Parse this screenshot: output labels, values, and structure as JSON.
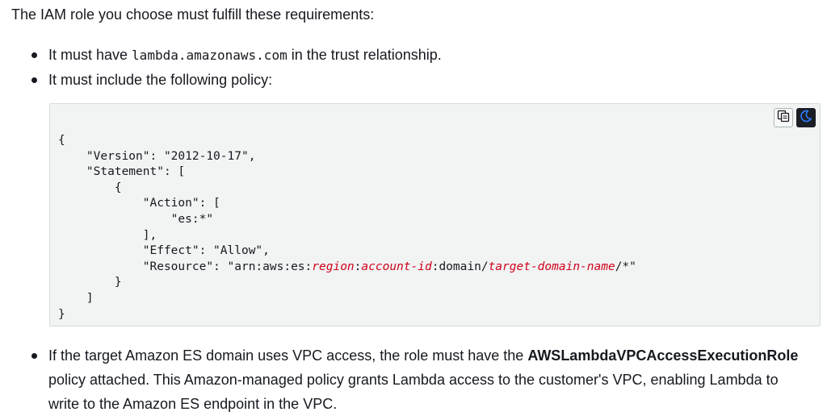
{
  "intro": "The IAM role you choose must fulfill these requirements:",
  "requirements": [
    {
      "pre": "It must have ",
      "code": "lambda.amazonaws.com",
      "post": " in the trust relationship."
    },
    {
      "text": "It must include the following policy:"
    },
    {
      "pre": "If the target Amazon ES domain uses VPC access, the role must have the ",
      "strong": "AWSLambdaVPCAccessExecutionRole",
      "post": " policy attached. This Amazon-managed policy grants Lambda access to the customer's VPC, enabling Lambda to write to the Amazon ES endpoint in the VPC."
    }
  ],
  "code_block": {
    "lines": [
      "{",
      "    \"Version\": \"2012-10-17\",",
      "    \"Statement\": [",
      "        {",
      "            \"Action\": [",
      "                \"es:*\"",
      "            ],",
      "            \"Effect\": \"Allow\",",
      "            \"Resource\": \"arn:aws:es:",
      "        }",
      "    ]",
      "}"
    ],
    "resource_parts": {
      "region": "region",
      "sep1": ":",
      "account": "account-id",
      "mid": ":domain/",
      "domain": "target-domain-name",
      "tail": "/*\""
    },
    "copy_icon": "copy-icon",
    "mode_icon": "moon-icon",
    "placeholder_color": "#d0021b",
    "mode_icon_color": "#2f7bff"
  }
}
